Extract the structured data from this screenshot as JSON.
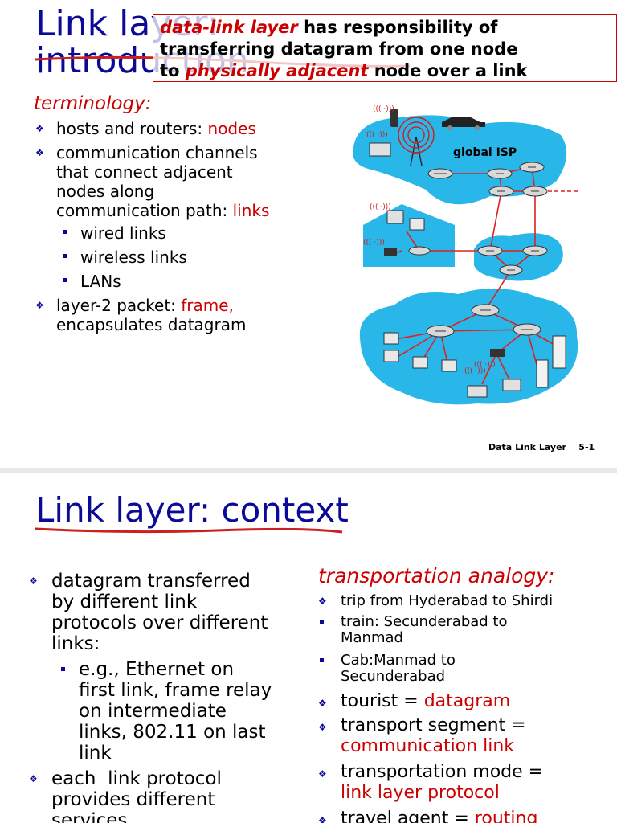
{
  "slide1": {
    "title_line1": "Link layer:",
    "title_line2": "introduction",
    "definition": {
      "term": "data-link layer",
      "text1": " has responsibility of",
      "text2": "transferring datagram from one node",
      "text3_prefix": "to ",
      "text3_emph": "physically adjacent",
      "text3_suffix": " node over a link"
    },
    "terminology_label": "terminology:",
    "bullets": {
      "b1_prefix": "hosts and routers: ",
      "b1_emph": "nodes",
      "b2_l1": "communication channels",
      "b2_l2": "that connect adjacent",
      "b2_l3": "nodes along",
      "b2_l4_prefix": "communication path: ",
      "b2_l4_emph": "links",
      "sub1": "wired links",
      "sub2": "wireless links",
      "sub3": "LANs",
      "b3_prefix": "layer-2 packet: ",
      "b3_emph": "frame,",
      "b3_l2": "encapsulates datagram"
    },
    "diagram_label": "global ISP",
    "footer": "Data Link Layer    5-1"
  },
  "slide2": {
    "title": "Link layer: context",
    "left": {
      "b1_l1": "datagram transferred",
      "b1_l2": "by different link",
      "b1_l3": "protocols over different",
      "b1_l4": "links:",
      "sub_l1": "e.g., Ethernet on",
      "sub_l2": "first link, frame relay",
      "sub_l3": "on intermediate",
      "sub_l4": "links, 802.11 on last",
      "sub_l5": "link",
      "b2_l1": "each  link protocol",
      "b2_l2": "provides different",
      "b2_l3": "services"
    },
    "right": {
      "heading": "transportation analogy:",
      "r1": "trip from Hyderabad to Shirdi",
      "r2_l1": "train: Secunderabad to",
      "r2_l2": "Manmad",
      "r3_l1": "Cab:Manmad to",
      "r3_l2": "Secunderabad",
      "r4_prefix": "tourist = ",
      "r4_emph": "datagram",
      "r5_l1": "transport segment =",
      "r5_emph": "communication link",
      "r6_l1": "transportation mode =",
      "r6_emph": "link layer protocol",
      "r7_prefix": "travel agent = ",
      "r7_emph": "routing"
    }
  },
  "colors": {
    "title_blue": "#0a0a96",
    "accent_red": "#cc0000",
    "network_cyan": "#29b6e8"
  }
}
